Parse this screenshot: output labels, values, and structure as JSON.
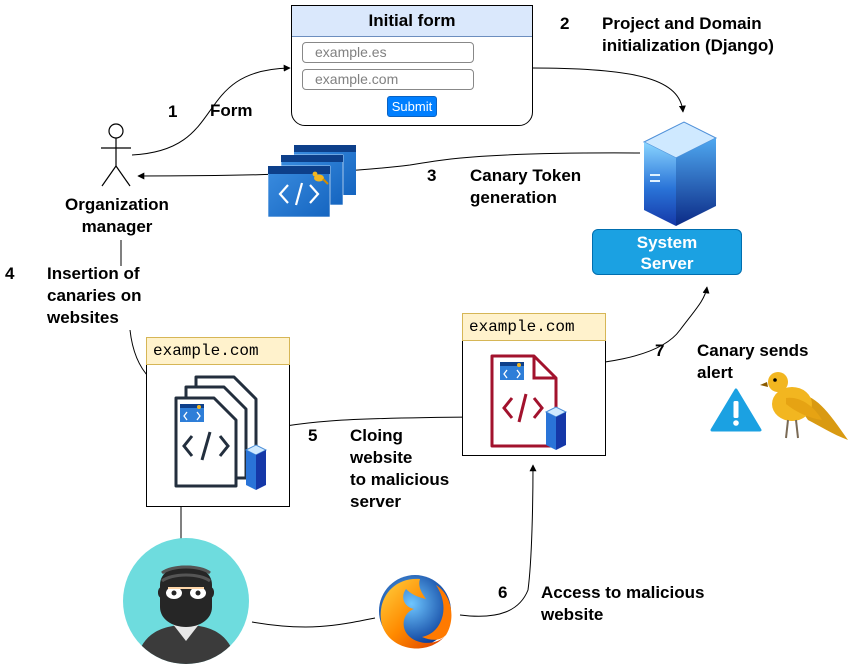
{
  "form": {
    "title": "Initial form",
    "domain_es": "example.es",
    "domain_com": "example.com",
    "submit_label": "Submit"
  },
  "server": {
    "label_line1": "System",
    "label_line2": "Server"
  },
  "actors": {
    "manager_line1": "Organization",
    "manager_line2": "manager"
  },
  "sites": {
    "original_domain": "example.com",
    "malicious_domain": "example.com"
  },
  "steps": [
    {
      "number": "1",
      "lines": [
        "Form"
      ]
    },
    {
      "number": "2",
      "lines": [
        "Project and Domain",
        "initialization (Django)"
      ]
    },
    {
      "number": "3",
      "lines": [
        "Canary Token",
        "generation"
      ]
    },
    {
      "number": "4",
      "lines": [
        "Insertion of",
        "canaries on",
        "websites"
      ]
    },
    {
      "number": "5",
      "lines": [
        "Cloing",
        "website",
        "to malicious",
        "server"
      ]
    },
    {
      "number": "6",
      "lines": [
        "Access to malicious",
        "website"
      ]
    },
    {
      "number": "7",
      "lines": [
        "Canary sends",
        "alert"
      ]
    }
  ],
  "colors": {
    "form_header": "#dae8fc",
    "server_box": "#1ba1e2",
    "submit_button": "#007fff",
    "domain_tag": "#fff2cc",
    "malicious_doc": "#a2122d",
    "original_doc": "#232f3e",
    "canary_yellow": "#f2b620",
    "alert_blue": "#1ba1e2"
  },
  "icons": [
    "person-icon",
    "server-icon",
    "code-window-stack-icon",
    "code-document-stack-icon",
    "malicious-code-document-icon",
    "mini-server-icon",
    "warning-icon",
    "canary-bird-icon",
    "hacker-avatar-icon",
    "firefox-icon"
  ]
}
